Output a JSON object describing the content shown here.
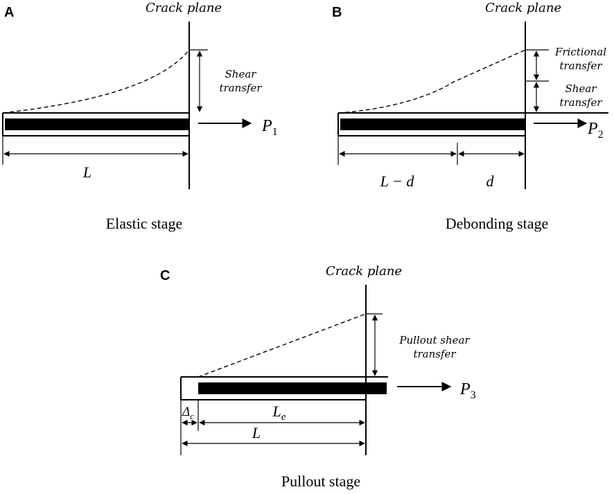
{
  "panel_a": {
    "letter": "A",
    "crack_label": "Crack plane",
    "shear_label_1": "Shear",
    "shear_label_2": "transfer",
    "force_var": "P",
    "force_sub": "1",
    "length_label": "L",
    "caption": "Elastic stage"
  },
  "panel_b": {
    "letter": "B",
    "crack_label": "Crack plane",
    "friction_label_1": "Frictional",
    "friction_label_2": "transfer",
    "shear_label_1": "Shear",
    "shear_label_2": "transfer",
    "force_var": "P",
    "force_sub": "2",
    "length_left": "L − d",
    "length_right": "d",
    "caption": "Debonding stage"
  },
  "panel_c": {
    "letter": "C",
    "crack_label": "Crack plane",
    "shear_label_1": "Pullout shear",
    "shear_label_2": "transfer",
    "force_var": "P",
    "force_sub": "3",
    "delta_var": "Δ",
    "delta_sub": "c",
    "le_var": "L",
    "le_sub": "e",
    "length_label": "L",
    "caption": "Pullout stage"
  }
}
